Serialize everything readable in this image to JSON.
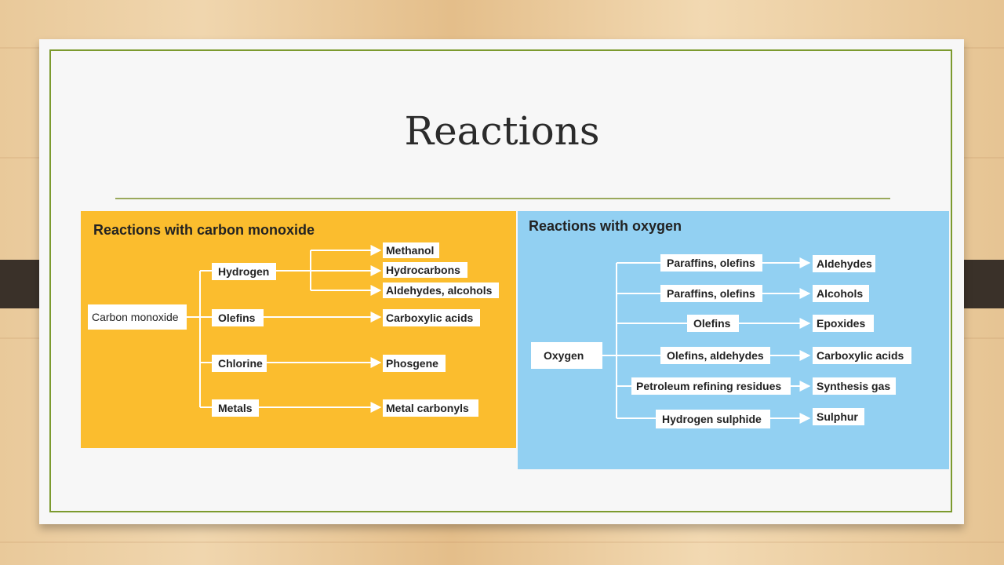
{
  "slide": {
    "title": "Reactions"
  },
  "colors": {
    "frame": "#7c9a2e",
    "co_panel": "#fbbd2e",
    "oxygen_panel": "#92d0f2"
  },
  "co_diagram": {
    "heading": "Reactions with carbon monoxide",
    "source": "Carbon monoxide",
    "reagents": [
      "Hydrogen",
      "Olefins",
      "Chlorine",
      "Metals"
    ],
    "hydrogen_products": [
      "Methanol",
      "Hydrocarbons",
      "Aldehydes, alcohols"
    ],
    "products": [
      "Carboxylic acids",
      "Phosgene",
      "Metal carbonyls"
    ]
  },
  "oxygen_diagram": {
    "heading": "Reactions with oxygen",
    "source": "Oxygen",
    "reagents": [
      "Paraffins, olefins",
      "Paraffins, olefins",
      "Olefins",
      "Olefins, aldehydes",
      "Petroleum refining residues",
      "Hydrogen sulphide"
    ],
    "products": [
      "Aldehydes",
      "Alcohols",
      "Epoxides",
      "Carboxylic acids",
      "Synthesis gas",
      "Sulphur"
    ]
  }
}
